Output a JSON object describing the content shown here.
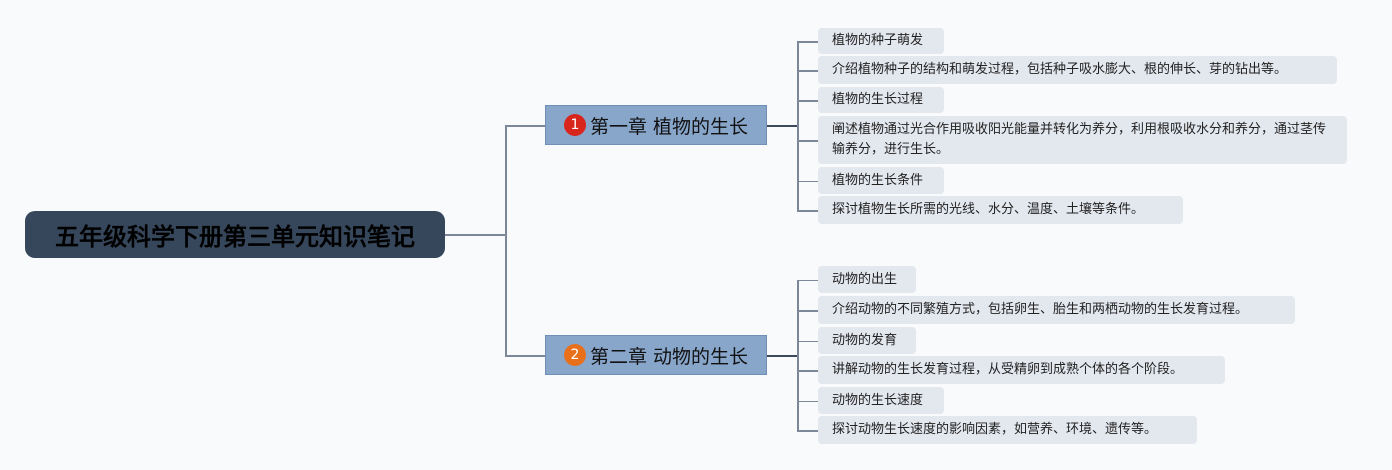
{
  "root": {
    "title": "五年级科学下册第三单元知识笔记"
  },
  "chapters": [
    {
      "number": "1",
      "title": "第一章 植物的生长",
      "badge_color": "#d9261c",
      "items": [
        "植物的种子萌发",
        "介绍植物种子的结构和萌发过程，包括种子吸水膨大、根的伸长、芽的钻出等。",
        "植物的生长过程",
        "阐述植物通过光合作用吸收阳光能量并转化为养分，利用根吸收水分和养分，通过茎传输养分，进行生长。",
        "植物的生长条件",
        "探讨植物生长所需的光线、水分、温度、土壤等条件。"
      ]
    },
    {
      "number": "2",
      "title": "第二章 动物的生长",
      "badge_color": "#e8701a",
      "items": [
        "动物的出生",
        "介绍动物的不同繁殖方式，包括卵生、胎生和两栖动物的生长发育过程。",
        "动物的发育",
        "讲解动物的生长发育过程，从受精卵到成熟个体的各个阶段。",
        "动物的生长速度",
        "探讨动物生长速度的影响因素，如营养、环境、遗传等。"
      ]
    }
  ]
}
